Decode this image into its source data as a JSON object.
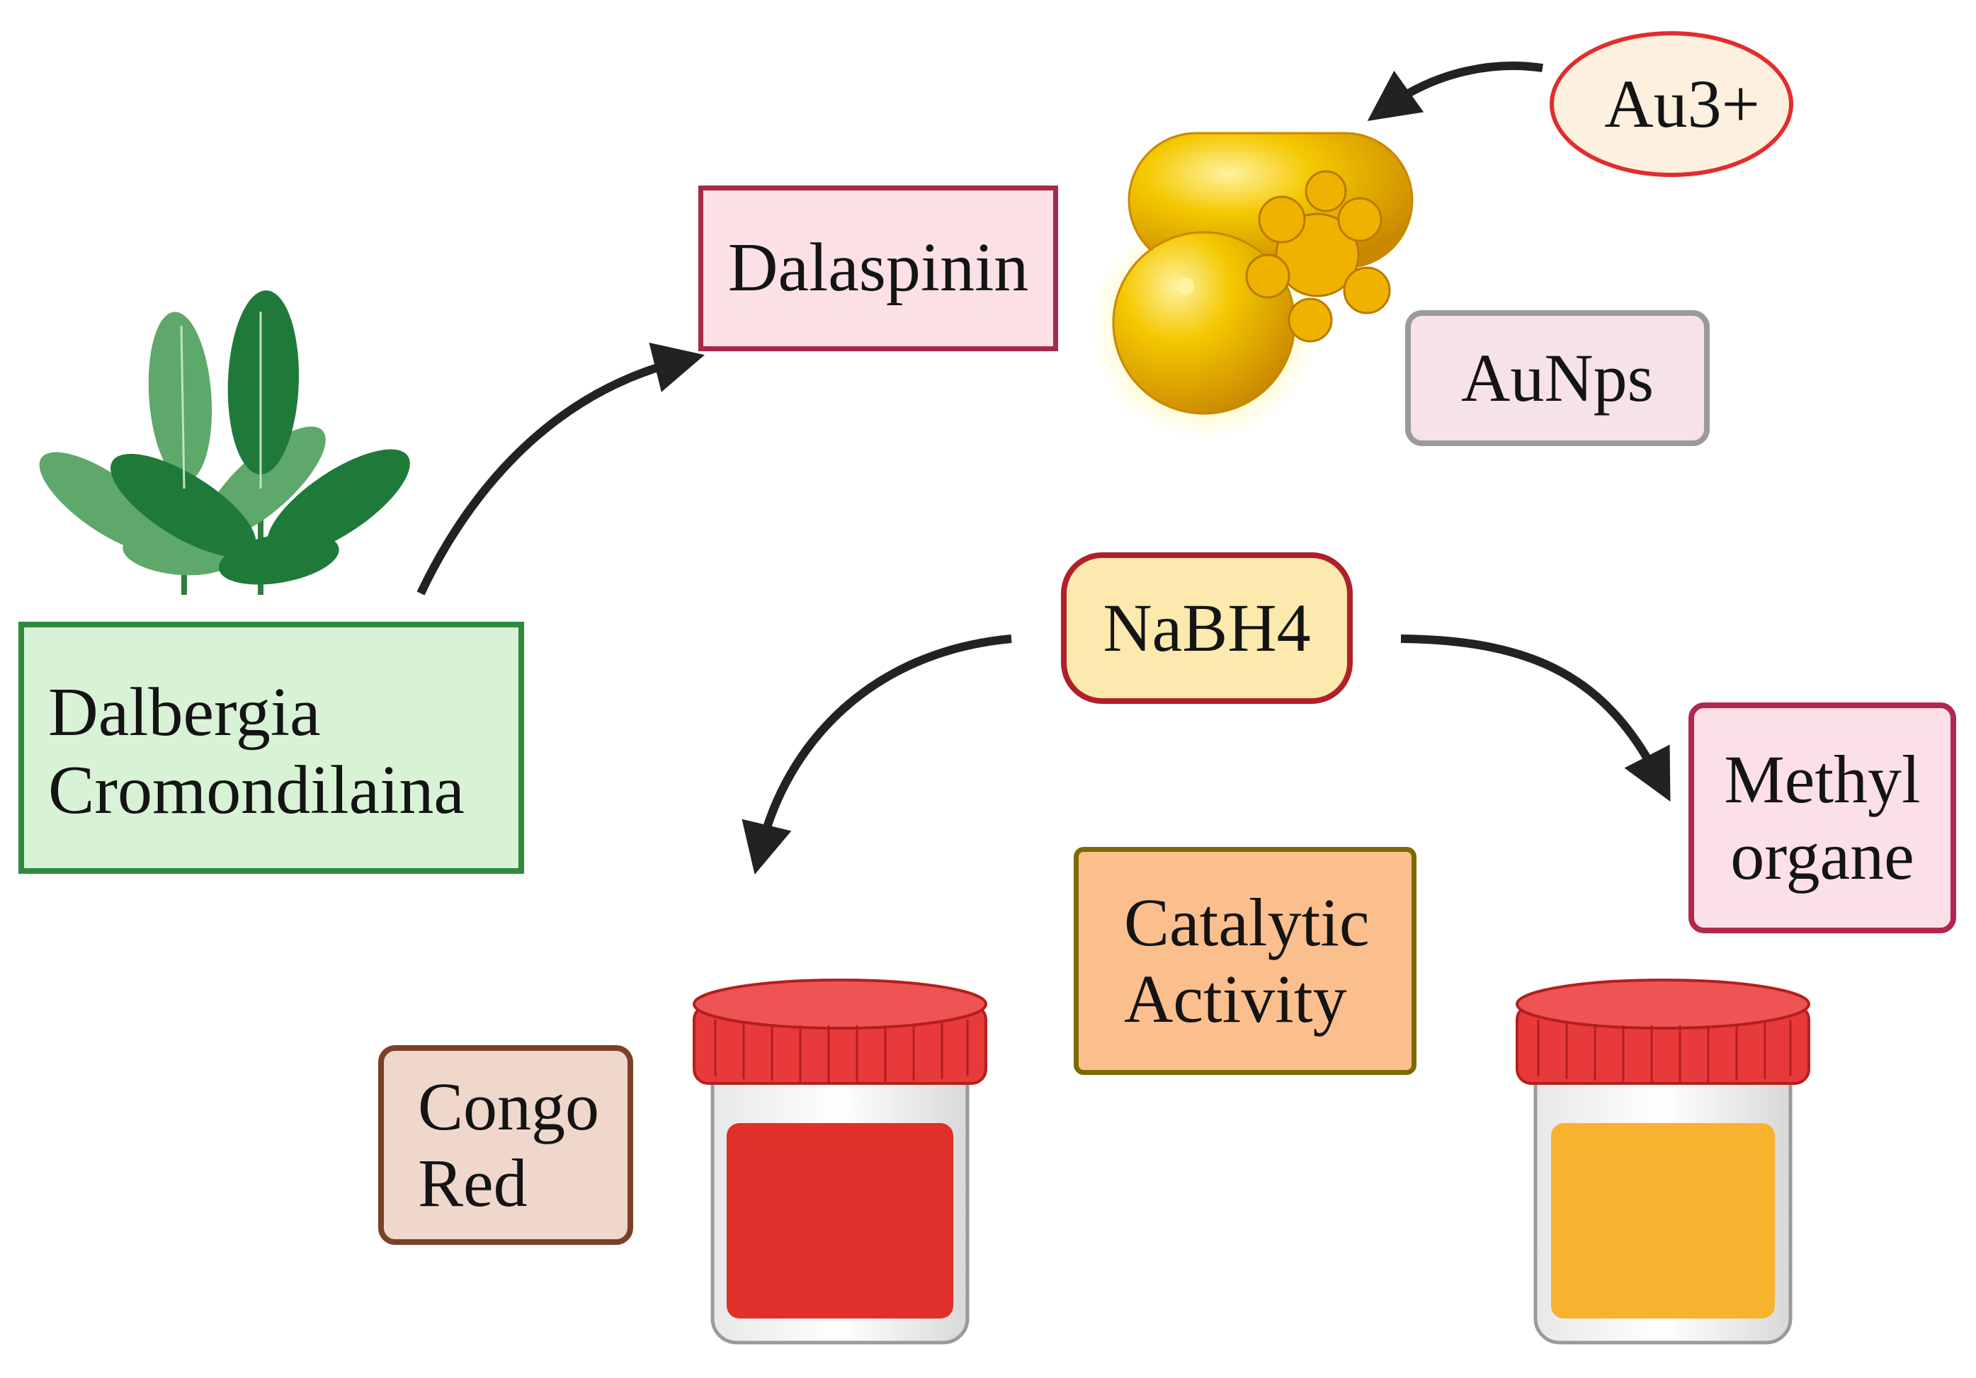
{
  "nodes": {
    "plant": [
      "Dalbergia",
      "Cromondilaina"
    ],
    "dalaspinin": "Dalaspinin",
    "au3": "Au3+",
    "aunps": "AuNps",
    "nabh4": "NaBH4",
    "methyl": [
      "Methyl",
      "organe"
    ],
    "catalytic": [
      "Catalytic",
      "Activity"
    ],
    "congo": [
      "Congo",
      "Red"
    ]
  },
  "colors": {
    "leaf_dark": "#1f7a3a",
    "leaf_light": "#5da86a",
    "gold": "#f2c000",
    "gold_shade": "#d99a00",
    "jar_cap": "#e83a3a",
    "congo_liquid": "#e0302a",
    "methyl_liquid": "#f7b22e",
    "arrow": "#222222"
  },
  "icons": [
    "leaf-icon",
    "gold-nanoparticle-icon",
    "jar-icon"
  ]
}
